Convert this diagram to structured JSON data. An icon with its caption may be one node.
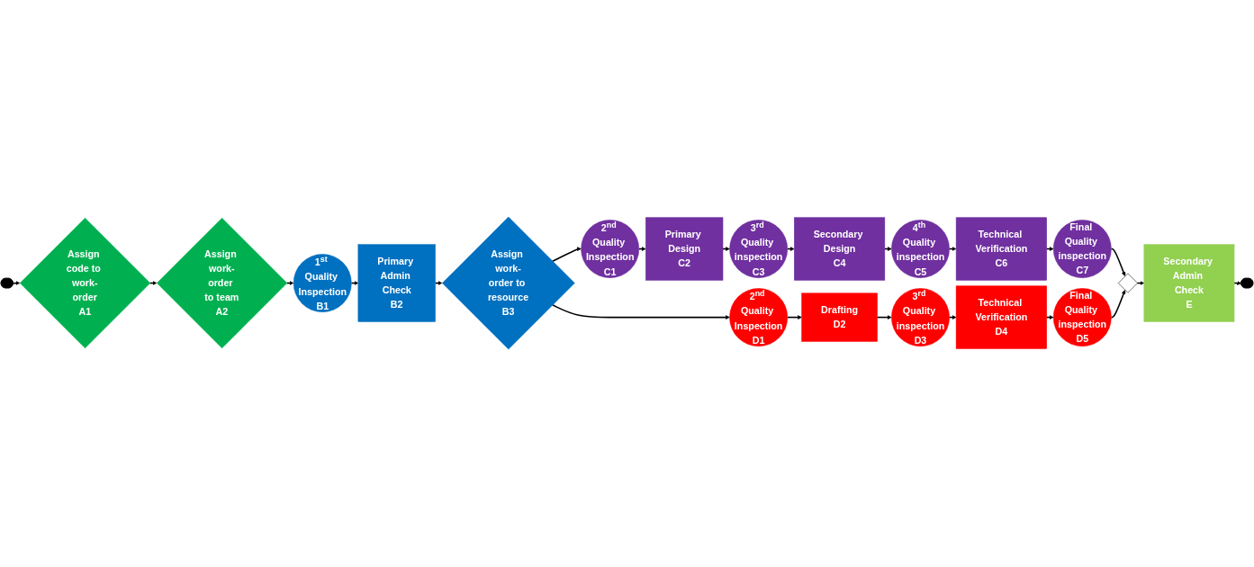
{
  "diagram": {
    "nodes": [
      {
        "text": [],
        "shape": "pill"
      },
      {
        "text": [
          "Assign code to work-order",
          "A1"
        ]
      },
      {
        "text": [
          "Assign work-order to team",
          "A2"
        ]
      },
      {
        "text": [
          "1$^{st}$ Quality Inspection",
          "B1"
        ]
      },
      {
        "text": [
          "Primary Admin Check",
          "B2"
        ]
      },
      {
        "text": [
          "Assign work-order to resource",
          "B3"
        ]
      },
      {
        "text": [
          "2$^{nd}$ Quality Inspection",
          "C1"
        ]
      },
      {
        "text": [
          "Primary Design",
          "C2"
        ]
      },
      {
        "text": [
          "3$^{rd}$ Quality inspection",
          "C3"
        ]
      },
      {
        "text": [
          "Secondary Design",
          "C4"
        ]
      },
      {
        "text": [
          "4$^{th}$ Quality inspection",
          "C5"
        ]
      },
      {
        "text": [
          "Technical Verification",
          "C6"
        ]
      },
      {
        "text": [
          "Final Quality inspection",
          "C7"
        ]
      },
      {
        "text": [
          "2$^{nd}$ Quality Inspection",
          "D1"
        ]
      },
      {
        "text": [
          "Drafting",
          "D2"
        ]
      },
      {
        "text": [
          "3$^{rd}$ Quality inspection",
          "D3"
        ]
      },
      {
        "text": [
          "Technical Verification",
          "D4"
        ]
      },
      {
        "text": [
          "Final Quality inspection",
          "D5"
        ]
      },
      {
        "text": [],
        "shape": "diamond"
      },
      {
        "text": [
          "Secondary Admin Check",
          "E"
        ]
      },
      {
        "text": [],
        "shape": "pill"
      }
    ],
    "edges": [
      {
        "from": 0,
        "to": 1,
        "arrow": "to"
      },
      {
        "from": 1,
        "to": 2,
        "arrow": "to"
      },
      {
        "from": 2,
        "to": 3,
        "arrow": "to"
      },
      {
        "from": 3,
        "to": 4,
        "arrow": "to"
      },
      {
        "from": 4,
        "to": 5,
        "arrow": "to"
      },
      {
        "from": 5,
        "to": 6,
        "arrow": "to"
      },
      {
        "from": 5,
        "to": 13,
        "arrow": "to"
      },
      {
        "from": 6,
        "to": 7,
        "arrow": "to"
      },
      {
        "from": 7,
        "to": 8,
        "arrow": "to"
      },
      {
        "from": 8,
        "to": 9,
        "arrow": "to"
      },
      {
        "from": 9,
        "to": 10,
        "arrow": "to"
      },
      {
        "from": 10,
        "to": 11,
        "arrow": "to"
      },
      {
        "from": 11,
        "to": 12,
        "arrow": "to"
      },
      {
        "from": 12,
        "to": 18,
        "arrow": "to"
      },
      {
        "from": 13,
        "to": 14,
        "arrow": "to"
      },
      {
        "from": 14,
        "to": 15,
        "arrow": "to"
      },
      {
        "from": 15,
        "to": 16,
        "arrow": "to"
      },
      {
        "from": 16,
        "to": 17,
        "arrow": "to"
      },
      {
        "from": 17,
        "to": 18,
        "arrow": "to"
      },
      {
        "from": 18,
        "to": 19,
        "arrow": "to"
      },
      {
        "from": 19,
        "to": 20,
        "arrow": "to"
      }
    ]
  }
}
